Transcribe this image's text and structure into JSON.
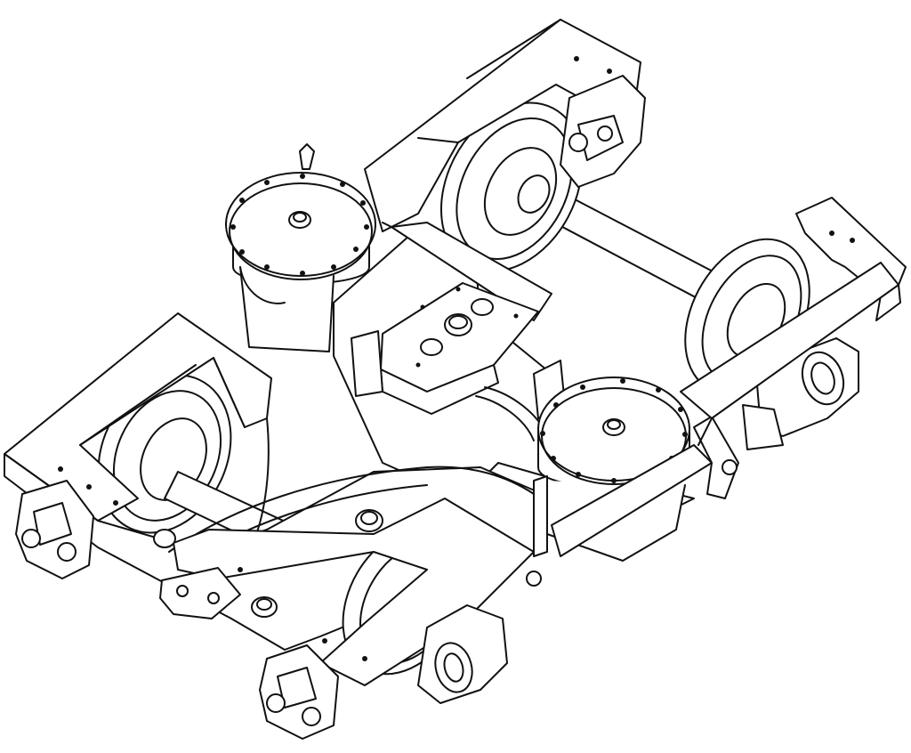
{
  "figure": {
    "subject": "bogie-frame-line-drawing",
    "colors": {
      "line": "#111111",
      "background": "#ffffff"
    },
    "parts": {
      "wheelsets": 2,
      "wheels": 4,
      "air_springs": 2,
      "axle_boxes": 4
    }
  }
}
